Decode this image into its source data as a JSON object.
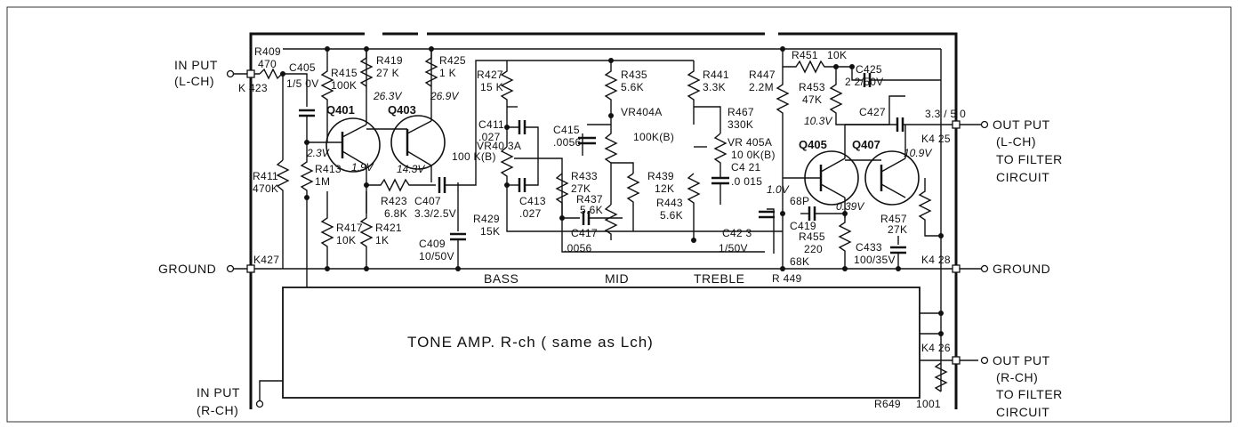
{
  "io": {
    "in_left": "IN PUT",
    "in_left_ch": "(L-CH)",
    "in_right": "IN PUT",
    "in_right_ch": "(R-CH)",
    "ground_left": "GROUND",
    "ground_right": "GROUND",
    "out_left_1": "OUT PUT",
    "out_left_2": "(L-CH)",
    "out_left_3": "TO FILTER",
    "out_left_4": "CIRCUIT",
    "out_right_1": "OUT PUT",
    "out_right_2": "(R-CH)",
    "out_right_3": "TO FILTER",
    "out_right_4": "CIRCUIT"
  },
  "connectors": {
    "k423": "K 423",
    "k427": "K427",
    "k425": "K4 25",
    "k428": "K4 28",
    "k426": "K4 26",
    "r449": "R 449",
    "r649": "R649",
    "r649_val": "1001"
  },
  "controls": {
    "bass": "BASS",
    "mid": "MID",
    "treble": "TREBLE"
  },
  "block": {
    "title": "TONE AMP. R-ch ( same as Lch)"
  },
  "transistors": {
    "q401": "Q401",
    "q403": "Q403",
    "q405": "Q405",
    "q407": "Q407"
  },
  "voltages": {
    "v23": "2.3V",
    "v19": "1.9V",
    "v263": "26.3V",
    "v269": "26.9V",
    "v143": "14.3V",
    "v103": "10.3V",
    "v109": "10.9V",
    "v10": "1.0V",
    "v039": "0.39V",
    "v15": "1/5 0V",
    "v33": "3.3 / 5 0"
  },
  "components": {
    "r409": "R409",
    "r409v": "470",
    "c405": "C405",
    "r411": "R411",
    "r411v": "470K",
    "r413": "R413",
    "r413v": "1M",
    "r415": "R415",
    "r415v": "100K",
    "r417": "R417",
    "r417v": "10K",
    "r419": "R419",
    "r419v": "27 K",
    "r421": "R421",
    "r421v": "1K",
    "r423": "R423",
    "r423v": "6.8K",
    "r425": "R425",
    "r425v": "1 K",
    "c407": "C407",
    "c407v": "3.3/2.5V",
    "c409": "C409",
    "c409v": "10/50V",
    "r427": "R427",
    "r427v": "15 K",
    "c411": "C411",
    "c411v": ".027",
    "vr403": "VR40 3A",
    "vr403v": "100 K(B)",
    "c413": "C413",
    "c413v": ".027",
    "r429": "R429",
    "r429v": "15K",
    "r435": "R435",
    "r435v": "5.6K",
    "c415": "C415",
    "c415v": ".0056",
    "vr404": "VR404A",
    "vr404v": "100K(B)",
    "r433": "R433",
    "r433v": "27K",
    "r437": "R437",
    "r437v": "5.6K",
    "r439": "R439",
    "r439v": "12K",
    "c417": "C417",
    "c417v": ".0056",
    "r441": "R441",
    "r441v": "3.3K",
    "r467": "R467",
    "r467v": "330K",
    "vr405": "VR 405A",
    "vr405v": "10 0K(B)",
    "c421": "C4 21",
    "c421v": ".0 015",
    "r443": "R443",
    "r443v": "5.6K",
    "c423": "C42 3",
    "c423v": "1/50V",
    "r447": "R447",
    "r447v": "2.2M",
    "r451": "R451",
    "r451v": "10K",
    "r453": "R453",
    "r453v": "47K",
    "c425": "C425",
    "c425v": "2 2/50V",
    "c427": "C427",
    "c419": "C419",
    "c419v": "68P",
    "r455": "R455",
    "r455v": "220",
    "r449v": "68K",
    "r457": "R457",
    "r457v": "27K",
    "c433": "C433",
    "c433v": "100/35V"
  }
}
